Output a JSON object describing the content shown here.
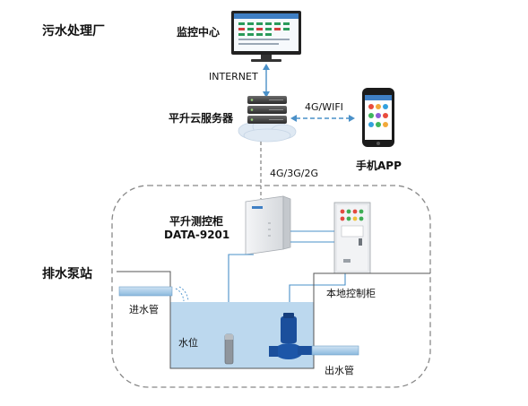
{
  "plant_title": "污水处理厂",
  "monitor_center": "监控中心",
  "internet": "INTERNET",
  "cloud_server": "平升云服务器",
  "wifi": "4G/WIFI",
  "mobile_app": "手机APP",
  "cellular": "4G/3G/2G",
  "cabinet_name": "平升测控柜",
  "cabinet_model": "DATA-9201",
  "pump_station": "排水泵站",
  "local_cabinet": "本地控制柜",
  "inlet_pipe": "进水管",
  "water_level": "水位",
  "outlet_pipe": "出水管",
  "colors": {
    "water": "#bcd8ee",
    "pipe": "#9fc7e6",
    "line": "#4a90c8",
    "dash_border": "#888888",
    "pump": "#1b4f9c",
    "cabinet": "#eef0f2"
  }
}
